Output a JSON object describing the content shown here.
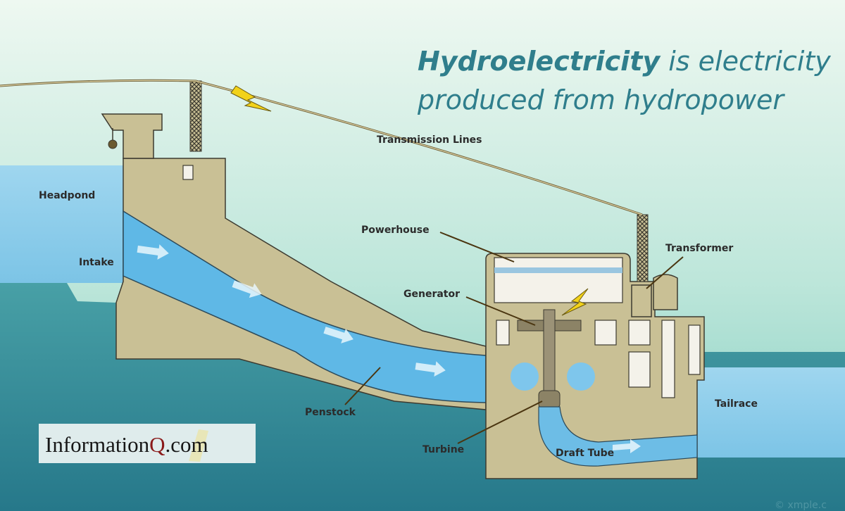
{
  "title": {
    "bold": "Hydroelectricity",
    "rest_line1": " is electricity",
    "line2": "produced from hydropower"
  },
  "labels": {
    "transmission_lines": "Transmission Lines",
    "headpond": "Headpond",
    "intake": "Intake",
    "powerhouse": "Powerhouse",
    "transformer": "Transformer",
    "generator": "Generator",
    "penstock": "Penstock",
    "turbine": "Turbine",
    "draft_tube": "Draft Tube",
    "tailrace": "Tailrace"
  },
  "logo": {
    "prefix": "Information",
    "q": "Q",
    "suffix": ".com"
  },
  "watermark": "© xmple.c",
  "colors": {
    "title": "#2f7e8c",
    "water": "#8ecdea",
    "structure": "#c9c095",
    "ground": "#2f8391"
  }
}
